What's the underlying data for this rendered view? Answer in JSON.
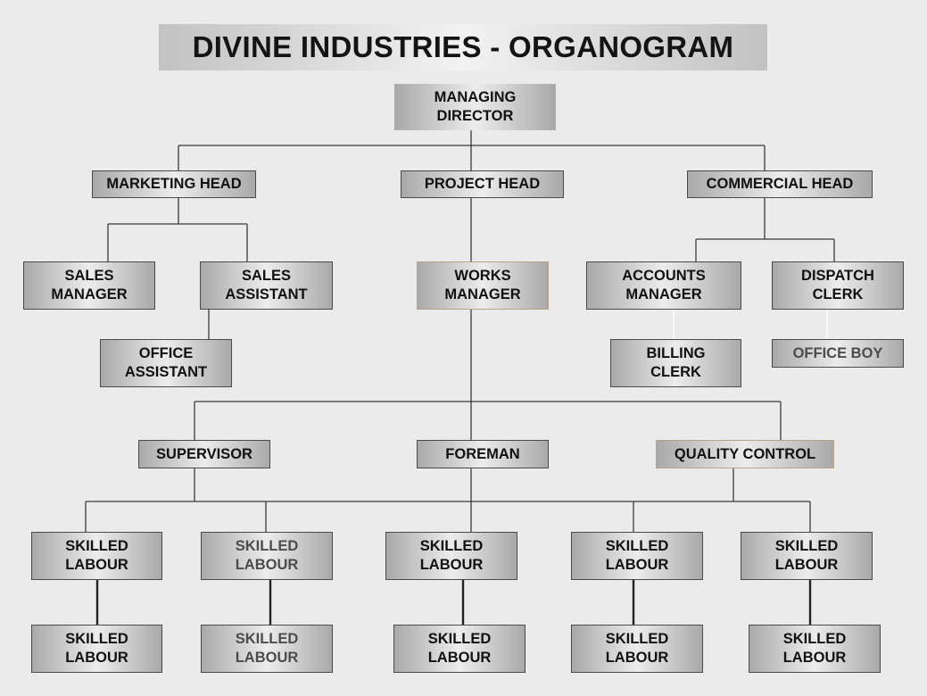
{
  "title": "DIVINE INDUSTRIES - ORGANOGRAM",
  "nodes": {
    "managing_director": "MANAGING\nDIRECTOR",
    "marketing_head": "MARKETING HEAD",
    "project_head": "PROJECT HEAD",
    "commercial_head": "COMMERCIAL HEAD",
    "sales_manager": "SALES\nMANAGER",
    "sales_assistant": "SALES\nASSISTANT",
    "office_assistant": "OFFICE\nASSISTANT",
    "works_manager": "WORKS\nMANAGER",
    "accounts_manager": "ACCOUNTS\nMANAGER",
    "dispatch_clerk": "DISPATCH\nCLERK",
    "billing_clerk": "BILLING\nCLERK",
    "office_boy": "OFFICE BOY",
    "supervisor": "SUPERVISOR",
    "foreman": "FOREMAN",
    "quality_control": "QUALITY CONTROL",
    "skilled_labour": [
      "SKILLED\nLABOUR",
      "SKILLED\nLABOUR",
      "SKILLED\nLABOUR",
      "SKILLED\nLABOUR",
      "SKILLED\nLABOUR",
      "SKILLED\nLABOUR",
      "SKILLED\nLABOUR",
      "SKILLED\nLABOUR",
      "SKILLED\nLABOUR",
      "SKILLED\nLABOUR"
    ]
  },
  "colors": {
    "background": "#ebebeb",
    "box_edge": "#a9a9a9",
    "box_center": "#ececec",
    "connector": "#3a3a3a"
  }
}
